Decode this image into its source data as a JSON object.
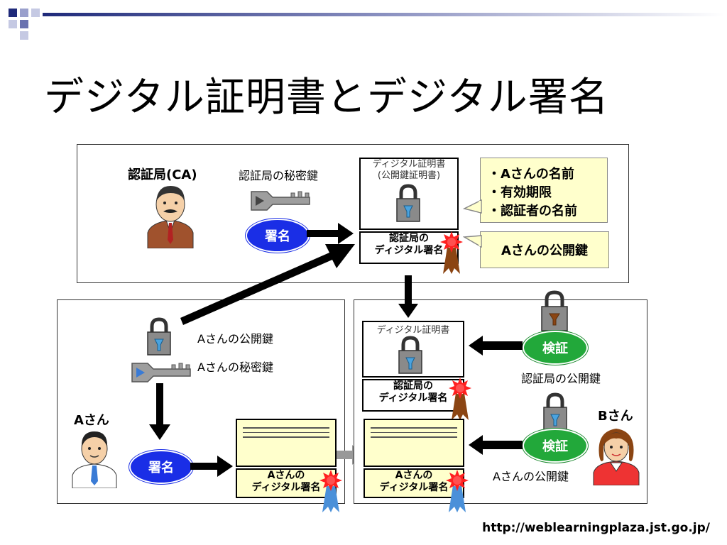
{
  "title": "デジタル証明書とデジタル署名",
  "ca": {
    "heading": "認証局(CA)",
    "private_key_label": "認証局の秘密鍵",
    "sign_button": "署名",
    "cert_title_line1": "ディジタル証明書",
    "cert_title_line2": "(公開鍵証明書)",
    "sig_line1": "認証局の",
    "sig_line2": "ディジタル署名",
    "info_items": [
      "・Aさんの名前",
      "・有効期限",
      "・認証者の名前"
    ],
    "pubkey_note": "Aさんの公開鍵"
  },
  "user_a": {
    "name": "Aさん",
    "public_key_label": "Aさんの公開鍵",
    "private_key_label": "Aさんの秘密鍵",
    "sign_button": "署名",
    "doc_sig_line1": "Aさんの",
    "doc_sig_line2": "ディジタル署名"
  },
  "user_b": {
    "name": "Bさん",
    "cert_title": "ディジタル証明書",
    "cert_sig_line1": "認証局の",
    "cert_sig_line2": "ディジタル署名",
    "verify_button_1": "検証",
    "ca_pubkey_label": "認証局の公開鍵",
    "verify_button_2": "検証",
    "a_pubkey_label": "Aさんの公開鍵",
    "doc_sig_line1": "Aさんの",
    "doc_sig_line2": "ディジタル署名"
  },
  "footer_url": "http://weblearningplaza.jst.go.jp/",
  "colors": {
    "sign_oval": "#1a2ee6",
    "verify_oval": "#22a83a",
    "note_bg": "#ffffcc",
    "seal_red": "#ff2020",
    "ribbon_brown": "#8b4513",
    "ribbon_blue": "#4a90d9",
    "title_bar": "#1f2a7a"
  }
}
